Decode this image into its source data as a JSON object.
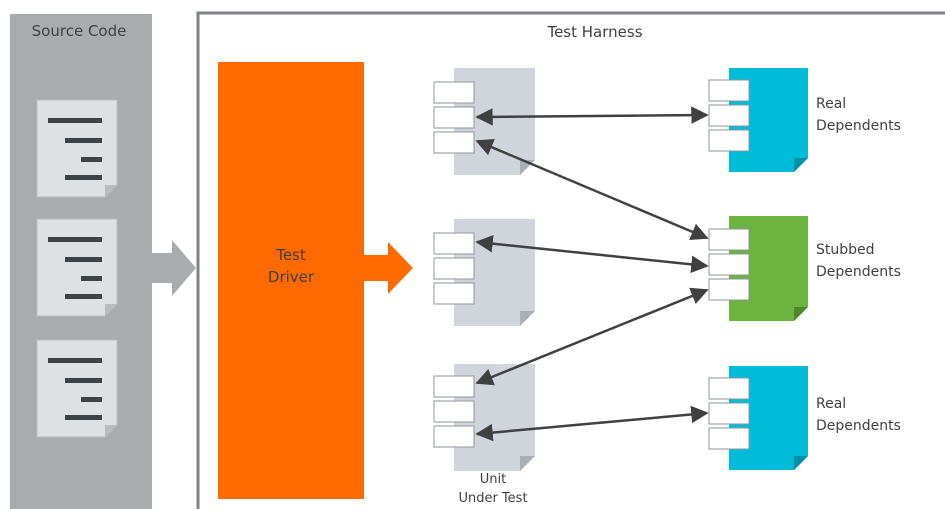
{
  "source_panel": {
    "title": "Source Code",
    "background": "#a8acaf"
  },
  "harness": {
    "title": "Test Harness",
    "border": "#7f8387"
  },
  "driver": {
    "line1": "Test",
    "line2": "Driver",
    "color": "#ff6a00"
  },
  "units": {
    "label_line1": "Unit",
    "label_line2": "Under Test",
    "color": "#cfd5db"
  },
  "dependents": {
    "real_top": {
      "line1": "Real",
      "line2": "Dependents",
      "color": "#00bcd9"
    },
    "stubbed": {
      "line1": "Stubbed",
      "line2": "Dependents",
      "color": "#6db33f"
    },
    "real_bottom": {
      "line1": "Real",
      "line2": "Dependents",
      "color": "#00bcd9"
    }
  },
  "icons": {
    "source_file": "text-document-icon",
    "unit_file": "component-document-icon",
    "arrow": "right-arrow-icon"
  }
}
